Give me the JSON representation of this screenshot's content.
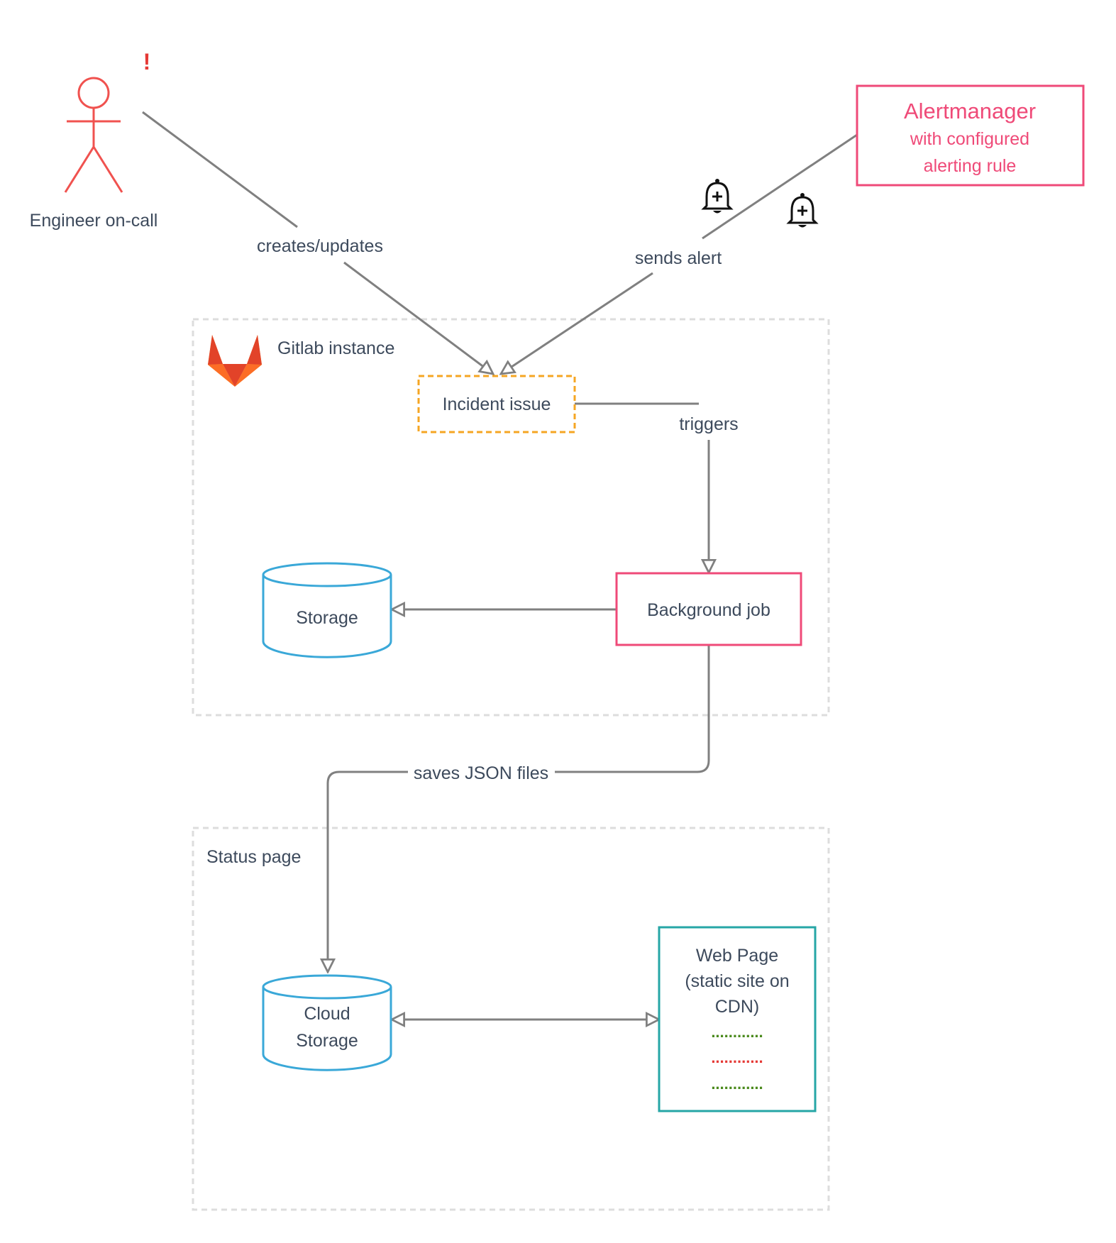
{
  "actor": {
    "label": "Engineer on-call",
    "alert_mark": "!"
  },
  "alertmanager": {
    "title": "Alertmanager",
    "line1": "with configured",
    "line2": "alerting rule"
  },
  "gitlab": {
    "label": "Gitlab instance"
  },
  "status_page": {
    "label": "Status page"
  },
  "incident": {
    "label": "Incident issue"
  },
  "background_job": {
    "label": "Background job"
  },
  "storage": {
    "label": "Storage"
  },
  "cloud_storage": {
    "line1": "Cloud",
    "line2": "Storage"
  },
  "web_page": {
    "line1": "Web Page",
    "line2": "(static site on",
    "line3": "CDN)",
    "dots": "............"
  },
  "edges": {
    "creates": "creates/updates",
    "sends_alert": "sends alert",
    "triggers": "triggers",
    "saves_json": "saves JSON files"
  },
  "colors": {
    "actor": "#f0524f",
    "alert_red": "#e53935",
    "pink": "#ef4a78",
    "orange": "#f5a623",
    "blue": "#3aa8d8",
    "teal": "#26a6a6",
    "green_dots": "#4a8a1c",
    "red_dots": "#e53935",
    "edge": "#808080",
    "container": "#dddddd",
    "text": "#3d4a5c"
  },
  "icons": [
    "alert-bell-icon",
    "alert-bell-icon",
    "gitlab-logo-icon",
    "actor-figure-icon"
  ]
}
